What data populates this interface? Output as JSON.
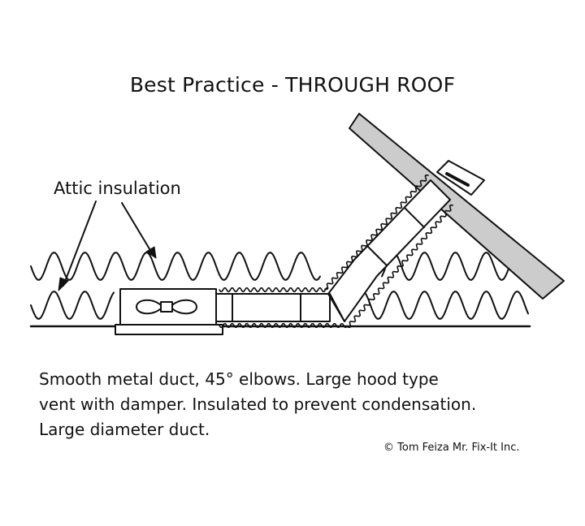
{
  "title": "Best Practice - THROUGH ROOF",
  "labels": {
    "insulation": "Attic insulation"
  },
  "caption": {
    "line1": "Smooth metal duct, 45° elbows.   Large hood type",
    "line2": "vent with damper.  Insulated to prevent condensation.",
    "line3": "Large diameter duct."
  },
  "copyright": "© Tom Feiza Mr. Fix-It Inc.",
  "colors": {
    "ink": "#111111",
    "roof_fill": "#cccccc",
    "background": "#ffffff"
  }
}
